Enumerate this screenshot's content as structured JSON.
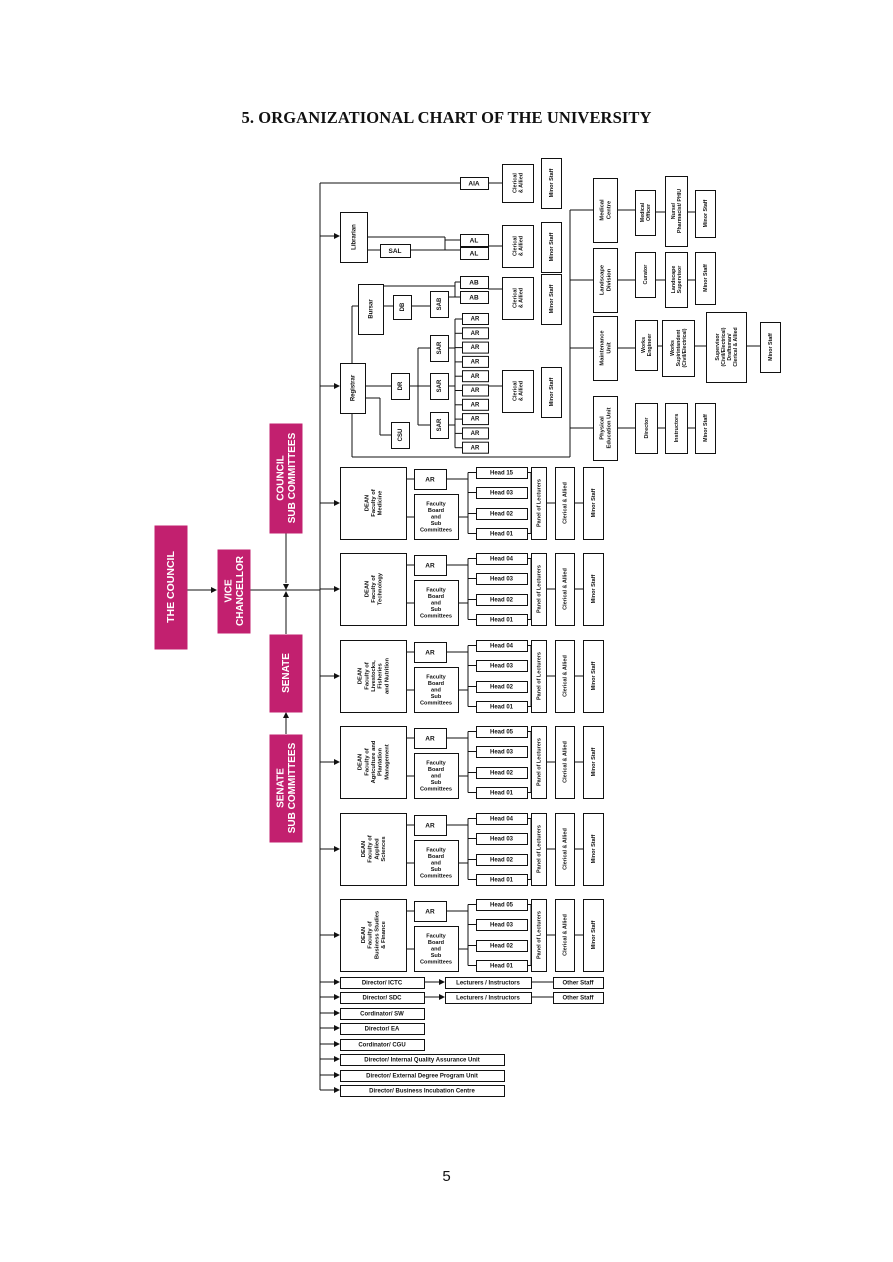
{
  "document": {
    "title": "5.   ORGANIZATIONAL CHART OF THE UNIVERSITY",
    "page_number": "5"
  },
  "colors": {
    "accent": "#c2206f",
    "line": "#111111",
    "background": "#ffffff"
  },
  "governance": {
    "council": "THE COUNCIL",
    "vice_chancellor": [
      "VICE",
      "CHANCELLOR"
    ],
    "council_sub_committees": [
      "COUNCIL",
      "SUB COMMITTEES"
    ],
    "senate": "SENATE",
    "senate_sub_committees": [
      "SENATE",
      "SUB COMMITTEES"
    ]
  },
  "admin": {
    "aia": "AIA",
    "librarian": "Librarian",
    "sal": "SAL",
    "al": "AL",
    "ab": "AB",
    "bursar": "Bursar",
    "db": "DB",
    "sab": "SAB",
    "registrar": "Registrar",
    "dr": "DR",
    "csu": "CSU",
    "sar": "SAR",
    "ar": "AR",
    "clerical_allied": [
      "Clerical",
      "& Allied"
    ],
    "minor_staff": "Minor Staff"
  },
  "units": {
    "medical_centre": [
      "Medical",
      "Centre"
    ],
    "medical_officer": [
      "Medical",
      "Officer"
    ],
    "nurse_pharmacist": [
      "Nurse/",
      "Pharmacist/ PHIU"
    ],
    "landscape_division": [
      "Landscape",
      "Division"
    ],
    "curator": "Curator",
    "landscape_supervisor": [
      "Landscape",
      "Supervisor"
    ],
    "maintenance_unit": [
      "Maintenance",
      "Unit"
    ],
    "works_engineer": [
      "Works",
      "Engineer"
    ],
    "works_superintendent": [
      "Works",
      "Supirintandent",
      "(Civil/Electrical)"
    ],
    "supervisor": [
      "Supervisor",
      "(Civil/Electrical)",
      "Draftsman/",
      "Clerical & Allied"
    ],
    "physical_education_unit": [
      "Physical",
      "Education Unit"
    ],
    "director": "Director",
    "instructors": "Instructors",
    "minor_staff": "Minor Staff"
  },
  "faculty_common": {
    "ar": "AR",
    "faculty_board": [
      "Faculty",
      "Board",
      "and",
      "Sub",
      "Committees"
    ],
    "panel_of_lecturers": "Panel of Lecturers",
    "clerical_allied": "Clerical & Allied",
    "minor_staff": "Minor Staff"
  },
  "faculties": [
    {
      "dean": [
        "DEAN",
        "Faculty of",
        "Medicine"
      ],
      "heads": [
        "Head 15",
        "Head 03",
        "Head 02",
        "Head 01"
      ]
    },
    {
      "dean": [
        "DEAN",
        "Faculty of",
        "Technology"
      ],
      "heads": [
        "Head 04",
        "Head 03",
        "Head 02",
        "Head 01"
      ]
    },
    {
      "dean": [
        "DEAN",
        "Faculty of",
        "Livestocks,",
        "Fisheries",
        "and Nutrition"
      ],
      "heads": [
        "Head 04",
        "Head 03",
        "Head 02",
        "Head 01"
      ]
    },
    {
      "dean": [
        "DEAN",
        "Faculty of",
        "Agriculture and",
        "Plantation",
        "Management"
      ],
      "heads": [
        "Head 05",
        "Head 03",
        "Head 02",
        "Head 01"
      ]
    },
    {
      "dean": [
        "DEAN",
        "Faculty of",
        "Applied",
        "Sciences"
      ],
      "heads": [
        "Head 04",
        "Head 03",
        "Head 02",
        "Head 01"
      ]
    },
    {
      "dean": [
        "DEAN",
        "Faculty of",
        "Business Studies",
        "& Finance"
      ],
      "heads": [
        "Head 05",
        "Head 03",
        "Head 02",
        "Head 01"
      ]
    }
  ],
  "centres": [
    {
      "label": "Director/ ICTC",
      "staff": "Lecturers / Instructors",
      "other": "Other Staff"
    },
    {
      "label": "Director/ SDC",
      "staff": "Lecturers / Instructors",
      "other": "Other Staff"
    },
    {
      "label": "Cordinator/ SW"
    },
    {
      "label": "Director/ EA"
    },
    {
      "label": "Cordinator/ CGU"
    },
    {
      "label": "Director/ Internal Quality Assurance Unit"
    },
    {
      "label": "Director/ External Degree Program Unit"
    },
    {
      "label": "Director/ Business Incubation Centre"
    }
  ]
}
